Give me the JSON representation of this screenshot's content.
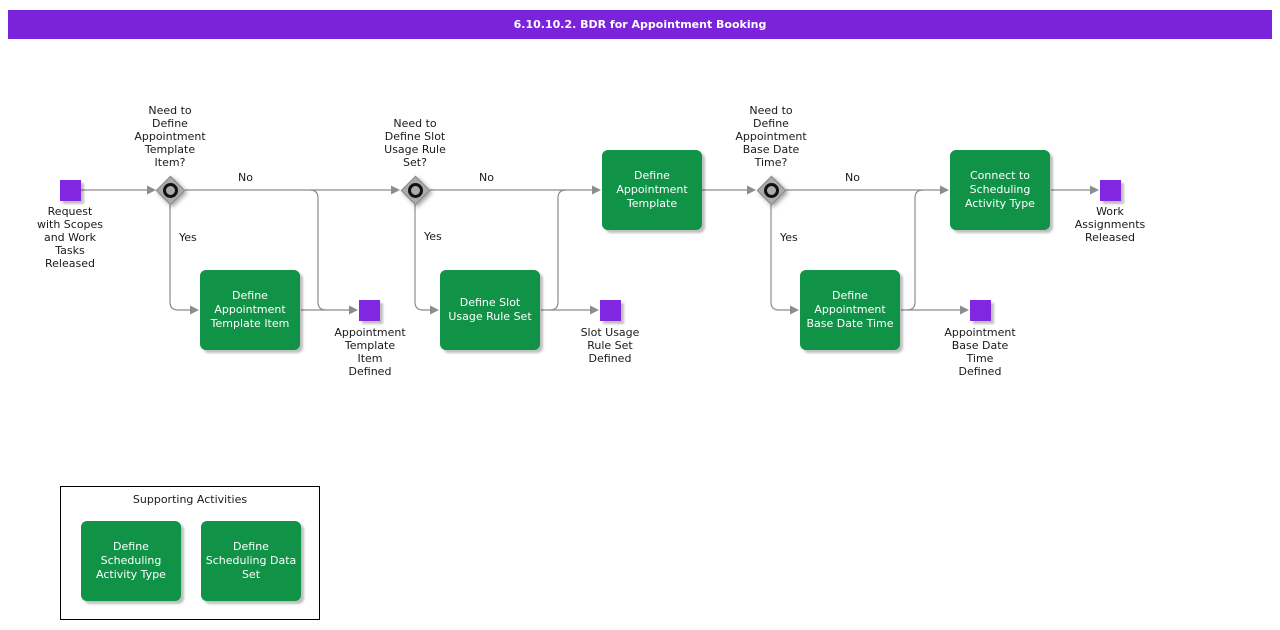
{
  "title_bar": {
    "text": "6.10.10.2. BDR for Appointment Booking"
  },
  "colors": {
    "title_bar_purple": "#7B22DB",
    "event_purple": "#8127E2",
    "activity_green": "#119347",
    "connector_gray": "#8C8C8C",
    "gateway_gray": "#ABABAB"
  },
  "flow": {
    "start_label": "Request\nwith Scopes\nand Work\nTasks\nReleased",
    "gateway1_question": "Need to\nDefine\nAppointment\nTemplate\nItem?",
    "gateway1_no": "No",
    "gateway1_yes": "Yes",
    "activity_define_template_item": "Define\nAppointment\nTemplate Item",
    "milestone_template_item": "Appointment\nTemplate\nItem\nDefined",
    "gateway2_question": "Need to\nDefine Slot\nUsage Rule\nSet?",
    "gateway2_no": "No",
    "gateway2_yes": "Yes",
    "activity_define_slot_usage": "Define Slot\nUsage Rule Set",
    "milestone_slot_usage": "Slot Usage\nRule Set\nDefined",
    "activity_define_template": "Define\nAppointment\nTemplate",
    "gateway3_question": "Need to\nDefine\nAppointment\nBase Date\nTime?",
    "gateway3_no": "No",
    "gateway3_yes": "Yes",
    "activity_define_base_date": "Define\nAppointment\nBase Date Time",
    "milestone_base_date": "Appointment\nBase Date\nTime\nDefined",
    "activity_connect_scheduling": "Connect to\nScheduling\nActivity Type",
    "end_label": "Work\nAssignments\nReleased"
  },
  "supporting": {
    "title": "Supporting Activities",
    "activity_scheduling_type": "Define\nScheduling\nActivity Type",
    "activity_scheduling_data": "Define\nScheduling Data\nSet"
  }
}
